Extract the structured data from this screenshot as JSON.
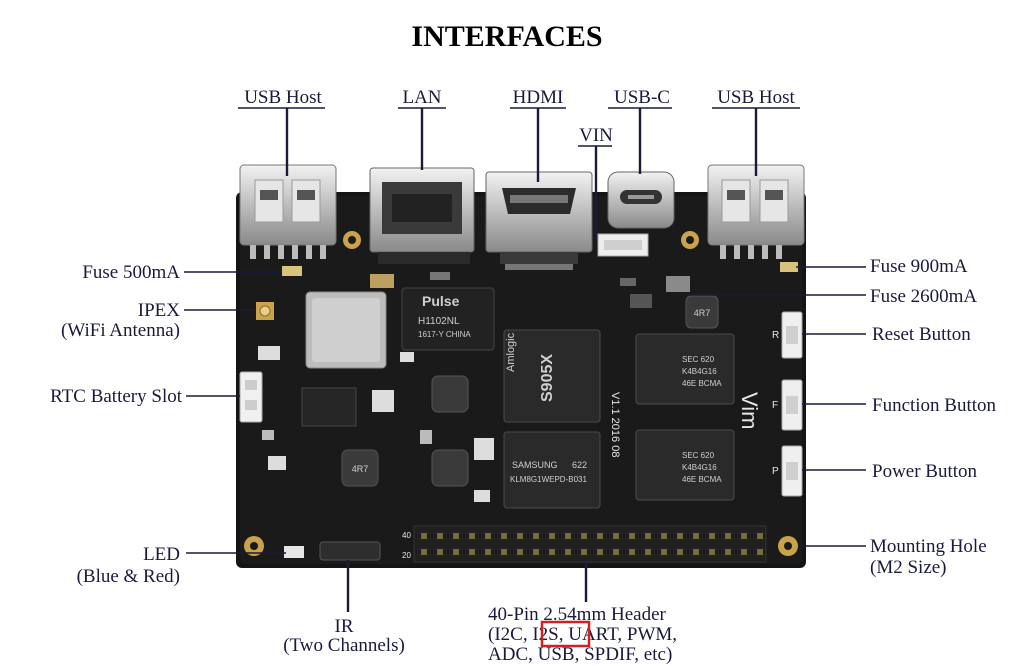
{
  "title": "INTERFACES",
  "labels": {
    "usb_host_left": "USB Host",
    "lan": "LAN",
    "hdmi": "HDMI",
    "usbc": "USB-C",
    "usb_host_right": "USB Host",
    "vin": "VIN",
    "fuse_500": "Fuse 500mA",
    "ipex_1": "IPEX",
    "ipex_2": "(WiFi Antenna)",
    "rtc": "RTC Battery Slot",
    "led_1": "LED",
    "led_2": "(Blue & Red)",
    "ir_1": "IR",
    "ir_2": "(Two Channels)",
    "header_1": "40-Pin 2.54mm Header",
    "header_2a": "(I2C, ",
    "header_2b": "I2S,",
    "header_2c": " UART, PWM,",
    "header_3": "ADC, USB, SPDIF, etc)",
    "fuse_900": "Fuse 900mA",
    "fuse_2600": "Fuse 2600mA",
    "reset": "Reset Button",
    "function": "Function Button",
    "power": "Power Button",
    "mount_1": "Mounting Hole",
    "mount_2": "(M2 Size)"
  },
  "board_text": {
    "pulse_brand": "Pulse",
    "pulse_part": "H1102NL",
    "pulse_sub": "1617-Y CHINA",
    "soc_brand": "Amlogic",
    "soc_part": "S905X",
    "emmc_brand": "SAMSUNG",
    "emmc_num": "622",
    "emmc_part": "KLM8G1WEPD-B031",
    "ram_brand": "SEC 620",
    "ram_part": "K4B4G16",
    "ram_sub": "46E BCMA",
    "version": "V1.1  2016 08",
    "logo": "Vim",
    "inductor": "4R7",
    "btn_r": "R",
    "btn_f": "F",
    "btn_p": "P",
    "pin_40": "40",
    "pin_20": "20"
  },
  "colors": {
    "board": "#141414",
    "label_text": "#1a1a3c",
    "highlight_box": "#d42020",
    "metal": "#c8c8c8",
    "gold": "#c9a24a"
  }
}
